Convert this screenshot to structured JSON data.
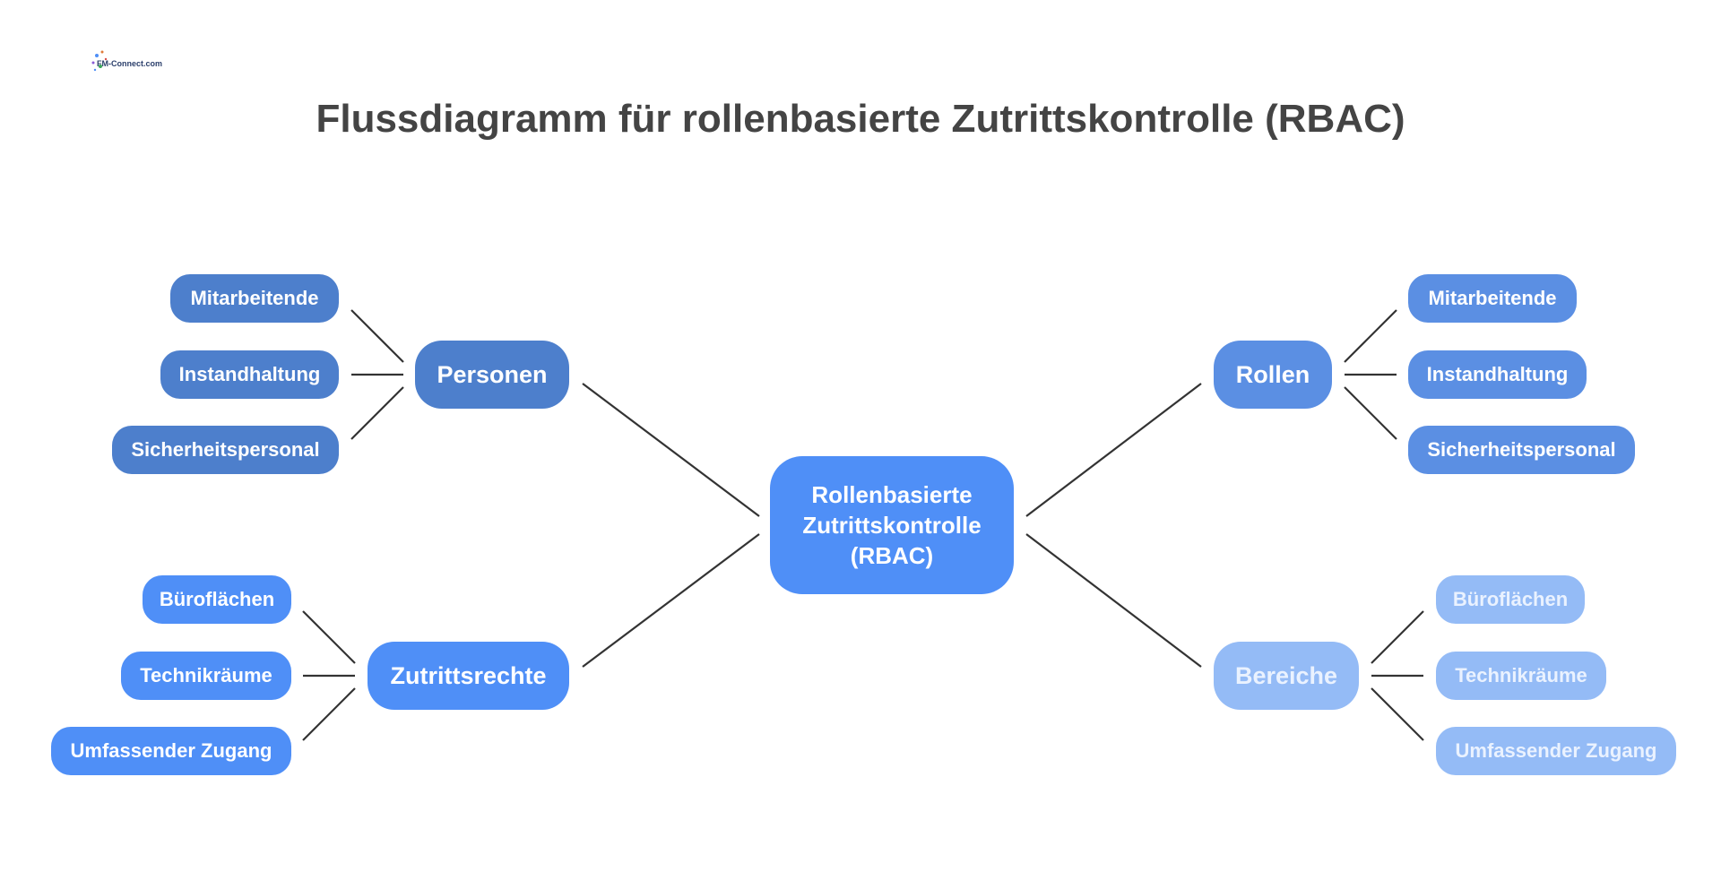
{
  "logo": {
    "text": "FM-Connect.com"
  },
  "title": "Flussdiagramm für rollenbasierte Zutrittskontrolle (RBAC)",
  "center": {
    "label": "Rollenbasierte Zutrittskontrolle (RBAC)"
  },
  "branches": {
    "personen": {
      "label": "Personen",
      "items": [
        "Mitarbeitende",
        "Instandhaltung",
        "Sicherheitspersonal"
      ]
    },
    "zutrittsrechte": {
      "label": "Zutrittsrechte",
      "items": [
        "Büroflächen",
        "Technikräume",
        "Umfassender Zugang"
      ]
    },
    "rollen": {
      "label": "Rollen",
      "items": [
        "Mitarbeitende",
        "Instandhaltung",
        "Sicherheitspersonal"
      ]
    },
    "bereiche": {
      "label": "Bereiche",
      "items": [
        "Büroflächen",
        "Technikräume",
        "Umfassender Zugang"
      ]
    }
  },
  "colors": {
    "personen": "#4d7fcc",
    "zutrittsrechte": "#4f8ff7",
    "rollen": "#5b8fe3",
    "bereiche": "#94bbf6",
    "center": "#4f8ff7",
    "connector": "#333333",
    "title": "#444444"
  }
}
